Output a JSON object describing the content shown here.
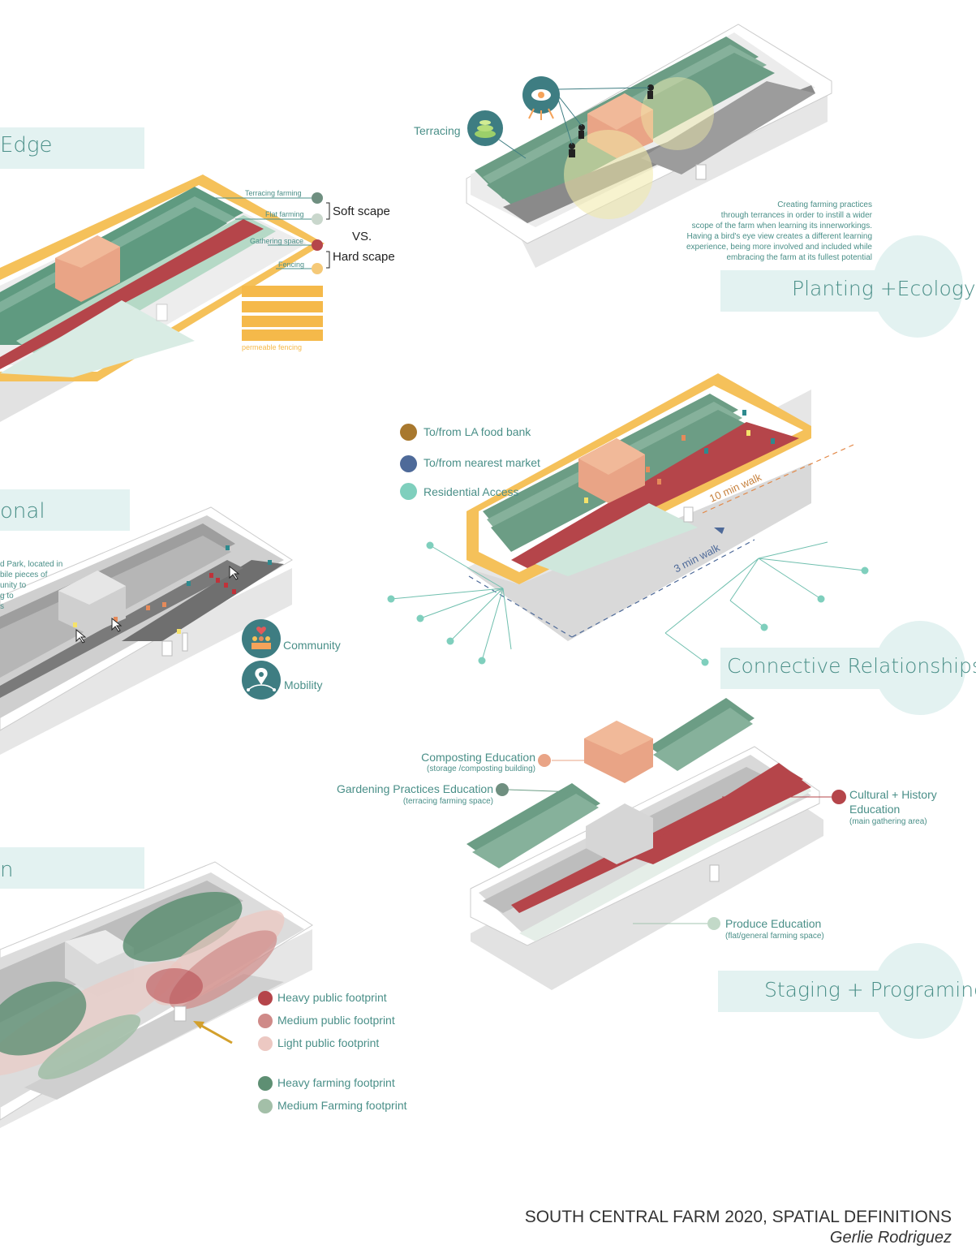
{
  "sections": {
    "edge": {
      "title": "Edge"
    },
    "planting": {
      "title": "Planting +Ecology"
    },
    "onal": {
      "title": "onal"
    },
    "connective": {
      "title": "Connective Relationships"
    },
    "n": {
      "title": "n"
    },
    "staging": {
      "title": "Staging + Programing"
    }
  },
  "edge_labels": {
    "terracing": "Terracing farming",
    "flat": "Flat farming",
    "gathering": "Gathering space",
    "fencing": "Fencing",
    "soft": "Soft scape",
    "vs": "VS.",
    "hard": "Hard scape",
    "permeable": "permeable fencing"
  },
  "planting": {
    "terracing_label": "Terracing",
    "description": [
      "Creating farming practices",
      "through  terrances in order to instill a wider",
      "scope of the farm when learning its innerworkings.",
      "Having a bird's eye view creates a different learning",
      "experience, being more involved and included while",
      "embracing the farm at its fullest potential"
    ]
  },
  "onal_text": [
    "d Park, located in",
    "bile pieces of",
    "unity to",
    "g to",
    "s"
  ],
  "onal_legend": {
    "community": "Community",
    "mobility": "Mobility"
  },
  "connective": {
    "legend": [
      {
        "label": "To/from LA food bank",
        "color": "#a8782e"
      },
      {
        "label": "To/from nearest market",
        "color": "#4e6a99"
      },
      {
        "label": "Residential Access",
        "color": "#7fcfbd"
      }
    ],
    "walk10": "10 min walk",
    "walk3": "3 min walk"
  },
  "staging": {
    "composting": "Composting Education",
    "composting_sub": "(storage /composting building)",
    "gardening": "Gardening Practices Education",
    "gardening_sub": "(terracing farming space)",
    "cultural1": "Cultural + History",
    "cultural2": "Education",
    "cultural_sub": "(main gathering area)",
    "produce": "Produce Education",
    "produce_sub": "(flat/general farming space)"
  },
  "footprint_legend": [
    {
      "label": "Heavy public footprint",
      "color": "#b5454a"
    },
    {
      "label": "Medium public footprint",
      "color": "#cf8a88"
    },
    {
      "label": "Light public footprint",
      "color": "#ecc8c2"
    },
    {
      "label": "Heavy farming footprint",
      "color": "#5e8f73"
    },
    {
      "label": "Medium Farming footprint",
      "color": "#a3bfa8"
    }
  ],
  "footer": {
    "title": "SOUTH CENTRAL FARM 2020, SPATIAL DEFINITIONS",
    "author": "Gerlie Rodriguez"
  }
}
